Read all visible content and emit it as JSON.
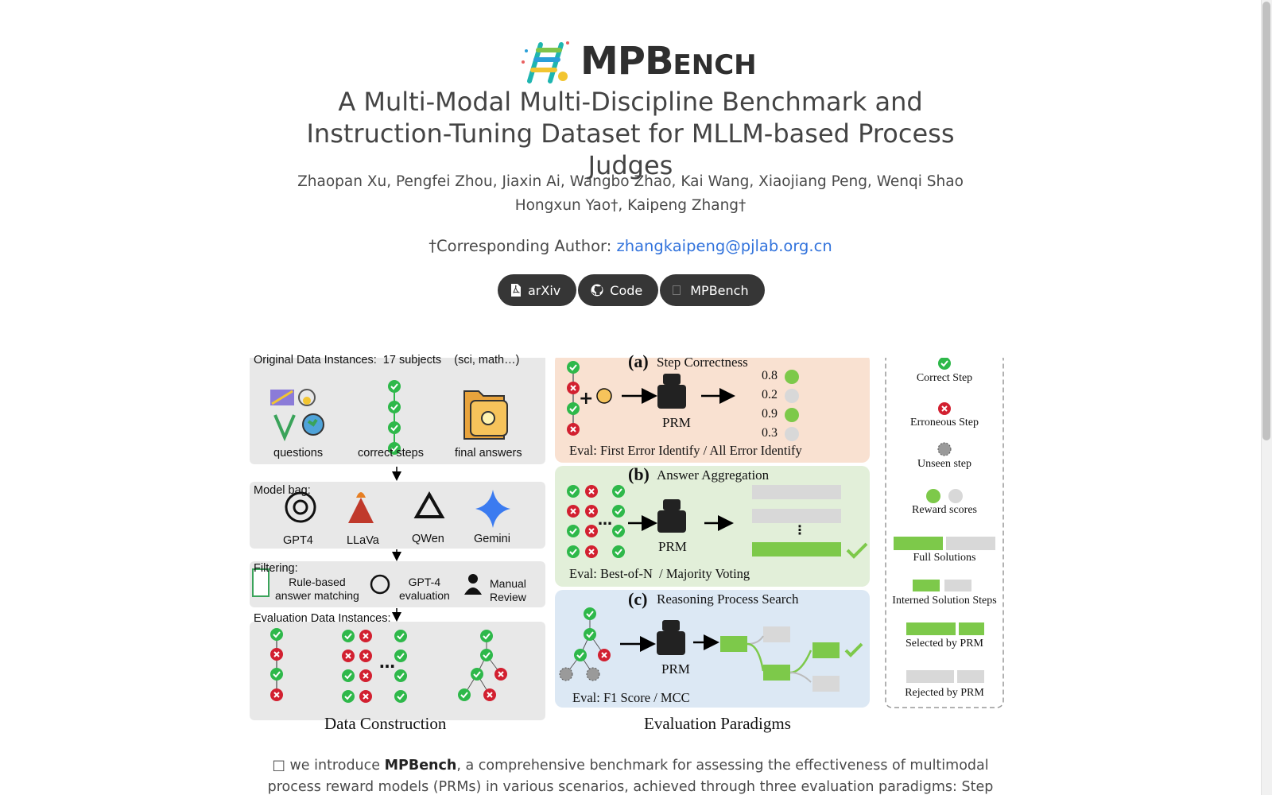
{
  "logo": {
    "name_part1": "MPB",
    "name_part2": "ENCH"
  },
  "title": "A Multi-Modal Multi-Discipline Benchmark and Instruction-Tuning Dataset for MLLM-based Process Judges",
  "authors": {
    "line1": "Zhaopan Xu, Pengfei Zhou, Jiaxin Ai, Wangbo Zhao, Kai Wang, Xiaojiang Peng, Wenqi Shao",
    "line2": "Hongxun Yao†, Kaipeng Zhang†"
  },
  "corresponding": {
    "label": "†Corresponding Author: ",
    "email": "zhangkaipeng@pjlab.org.cn"
  },
  "buttons": [
    {
      "label": "arXiv",
      "icon": "pdf-icon"
    },
    {
      "label": "Code",
      "icon": "github-icon"
    },
    {
      "label": "MPBench",
      "icon": "dataset-icon"
    }
  ],
  "figure": {
    "data_construction": {
      "original_header": "Original Data Instances:  17 subjects    (sci, math…)",
      "questions": "questions",
      "correct_steps": "correct steps",
      "final_answers": "final answers",
      "model_bag": "Model bag:",
      "models": [
        "GPT4",
        "LLaVa",
        "QWen",
        "Gemini"
      ],
      "filtering": "Filtering:",
      "rule_based": "Rule-based\nanswer matching",
      "gpt4_eval": "GPT-4\nevaluation",
      "manual": "Manual\nReview",
      "eval_instances": "Evaluation Data Instances:",
      "caption": "Data Construction"
    },
    "paradigms": {
      "a_title": "(a)",
      "a_name": "Step Correctness",
      "a_scores": [
        "0.8",
        "0.2",
        "0.9",
        "0.3"
      ],
      "a_eval": "Eval: First Error Identify / All Error Identify",
      "b_title": "(b)",
      "b_name": "Answer Aggregation",
      "b_eval": "Eval: Best-of-N  / Majority Voting",
      "c_title": "(c)",
      "c_name": "Reasoning Process Search",
      "c_eval": "Eval: F1 Score / MCC",
      "prm": "PRM",
      "caption": "Evaluation Paradigms"
    },
    "legend": {
      "correct": "Correct Step",
      "erroneous": "Erroneous Step",
      "unseen": "Unseen step",
      "reward": "Reward scores",
      "full": "Full Solutions",
      "interned": "Interned Solution Steps",
      "selected": "Selected by PRM",
      "rejected": "Rejected by PRM"
    }
  },
  "intro": {
    "prefix": "□ we introduce ",
    "bold": "MPBench",
    "rest": ", a comprehensive benchmark for assessing the effectiveness of multimodal process reward models (PRMs) in various scenarios, achieved through three evaluation paradigms: Step Correctness, Answer"
  },
  "colors": {
    "green": "#2eb84a",
    "red": "#d22030",
    "gray": "#9a9a9a",
    "panel_a": "#f9e1d1",
    "panel_b": "#e2efd9",
    "panel_c": "#dce8f4",
    "panel_gray": "#e8e8e8",
    "bar_green": "#7dc94a",
    "bar_gray": "#d8d8d8",
    "button": "#363636",
    "link": "#3273dc"
  }
}
